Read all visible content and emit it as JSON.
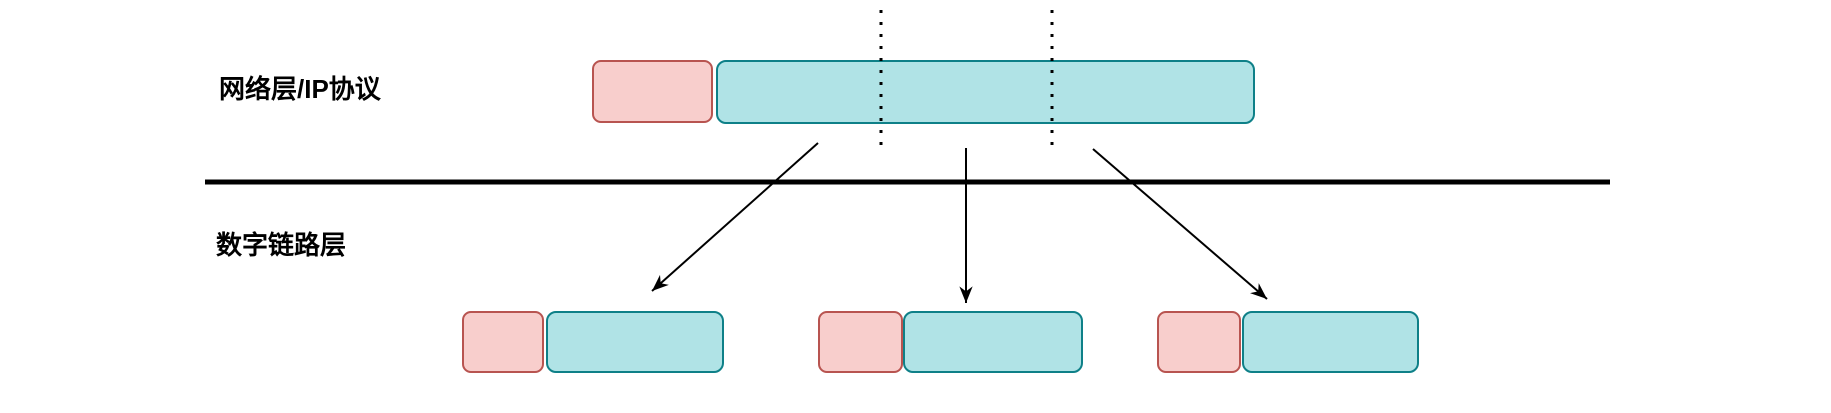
{
  "labels": {
    "network_layer": "网络层/IP协议",
    "data_link_layer": "数字链路层"
  },
  "colors": {
    "background": "#ffffff",
    "header_fill": "#f8cecc",
    "header_stroke": "#b85450",
    "payload_fill": "#b0e3e6",
    "payload_stroke": "#0e8088",
    "line": "#000000",
    "text": "#000000"
  },
  "structure": {
    "fragment_count": 3
  }
}
